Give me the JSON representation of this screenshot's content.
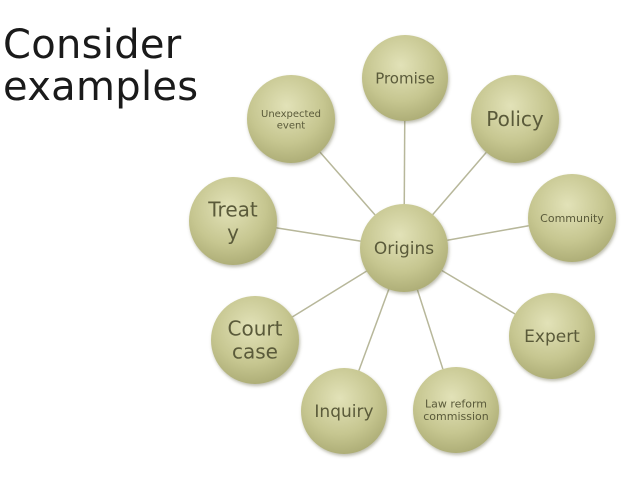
{
  "title": "Consider\nexamples",
  "colors": {
    "node_fill_light": "#dcdcae",
    "node_fill_mid": "#bdbd86",
    "node_fill_dark": "#a6a66e",
    "node_text": "#5a5a3a",
    "connector": "#b7b79a"
  },
  "center": {
    "label": "Origins"
  },
  "nodes": [
    {
      "id": "promise",
      "lines": [
        "Promise"
      ]
    },
    {
      "id": "policy",
      "lines": [
        "Policy"
      ]
    },
    {
      "id": "community",
      "lines": [
        "Community"
      ]
    },
    {
      "id": "expert",
      "lines": [
        "Expert"
      ]
    },
    {
      "id": "law-reform-commission",
      "lines": [
        "Law reform",
        "commission"
      ]
    },
    {
      "id": "inquiry",
      "lines": [
        "Inquiry"
      ]
    },
    {
      "id": "court-case",
      "lines": [
        "Court",
        "case"
      ]
    },
    {
      "id": "treaty",
      "lines": [
        "Treat",
        "y"
      ]
    },
    {
      "id": "unexpected-event",
      "lines": [
        "Unexpected",
        "event"
      ]
    }
  ]
}
